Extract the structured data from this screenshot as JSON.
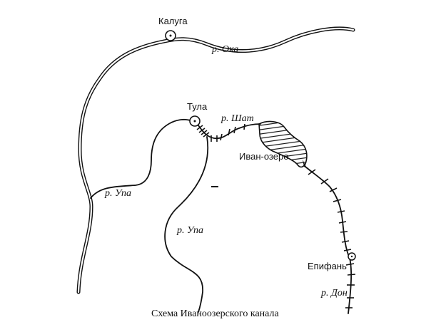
{
  "title": "Схема Ивано­озерского канала",
  "caption": "Схема Иваноозерского канала",
  "cities": [
    {
      "name": "Калуга"
    },
    {
      "name": "Тула"
    },
    {
      "name": "Епифань"
    }
  ],
  "lake": {
    "name": "Иван-озеро"
  },
  "rivers": [
    {
      "name": "р. Ока"
    },
    {
      "name": "р. Шат"
    },
    {
      "name": "р. Упа",
      "segment": "west"
    },
    {
      "name": "р. Упа",
      "segment": "south"
    },
    {
      "name": "р. Дон"
    }
  ],
  "colors": {
    "ink": "#111111",
    "paper": "#ffffff"
  }
}
